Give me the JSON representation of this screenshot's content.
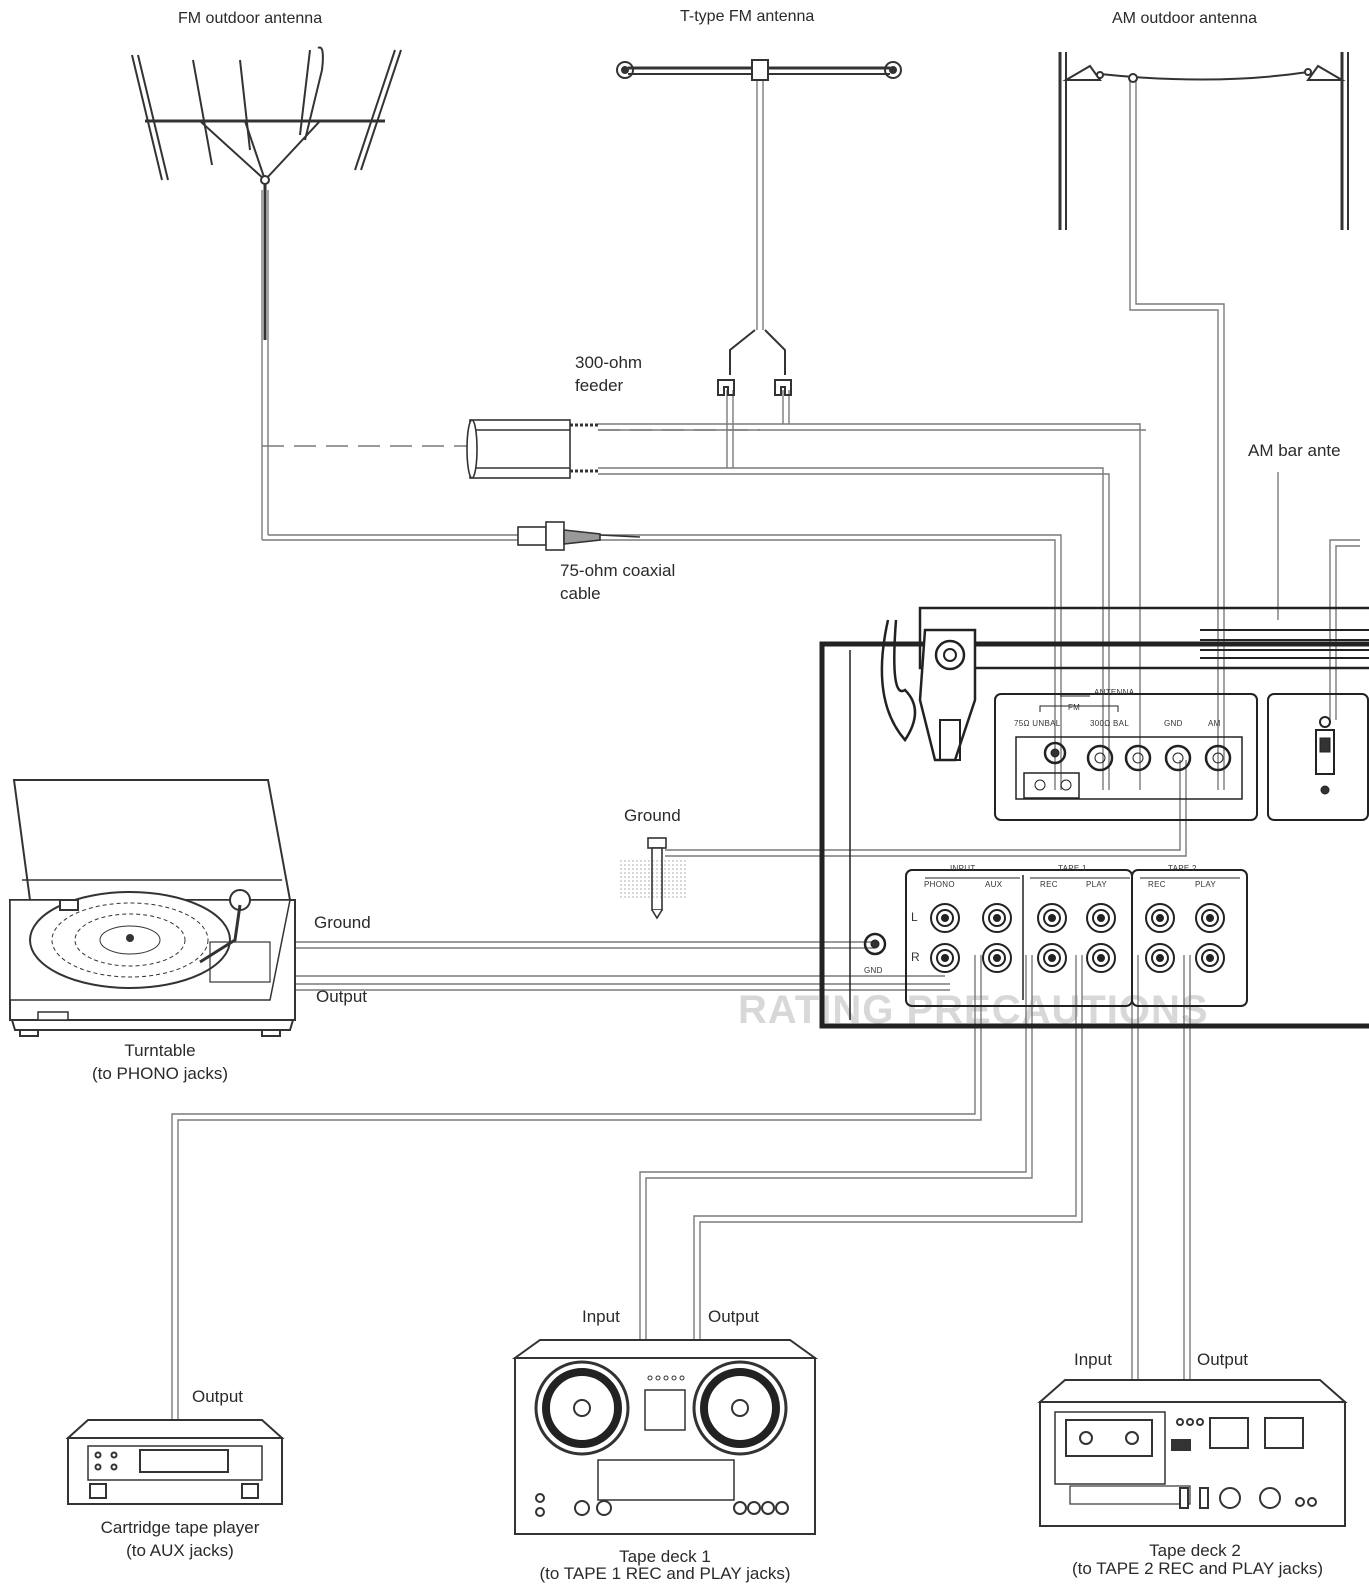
{
  "labels": {
    "fm_outdoor_antenna": "FM outdoor antenna",
    "t_type_fm_antenna": "T-type FM antenna",
    "am_outdoor_antenna": "AM outdoor antenna",
    "feeder_300_line1": "300-ohm",
    "feeder_300_line2": "feeder",
    "am_bar_antenna": "AM bar ante",
    "coax_75_line1": "75-ohm coaxial",
    "coax_75_line2": "cable",
    "ground_stake": "Ground",
    "turntable_ground": "Ground",
    "turntable_output": "Output",
    "turntable_name": "Turntable",
    "turntable_note": "(to PHONO jacks)",
    "cartridge_output": "Output",
    "cartridge_name": "Cartridge tape player",
    "cartridge_note": "(to AUX jacks)",
    "deck1_input": "Input",
    "deck1_output": "Output",
    "deck1_name": "Tape deck 1",
    "deck1_note": "(to TAPE 1 REC and PLAY jacks)",
    "deck2_input": "Input",
    "deck2_output": "Output",
    "deck2_name": "Tape deck 2",
    "deck2_note": "(to TAPE 2 REC and PLAY jacks)"
  },
  "panel": {
    "antenna_title": "ANTENNA",
    "fm_title": "FM",
    "unbal": "75Ω UNBAL",
    "bal": "300Ω BAL",
    "gnd": "GND",
    "am": "AM",
    "input_title": "INPUT",
    "phono": "PHONO",
    "aux": "AUX",
    "tape1_title": "TAPE 1",
    "tape1_rec": "REC",
    "tape1_play": "PLAY",
    "tape2_title": "TAPE 2",
    "tape2_rec": "REC",
    "tape2_play": "PLAY",
    "jack_l": "L",
    "jack_r": "R",
    "chassis_gnd": "GND"
  },
  "bleed_through": {
    "heading": "RATING PRECAUTIONS"
  },
  "colors": {
    "ink": "#2a2a2a",
    "wire": "#7a7a7a",
    "paper": "#ffffff"
  }
}
